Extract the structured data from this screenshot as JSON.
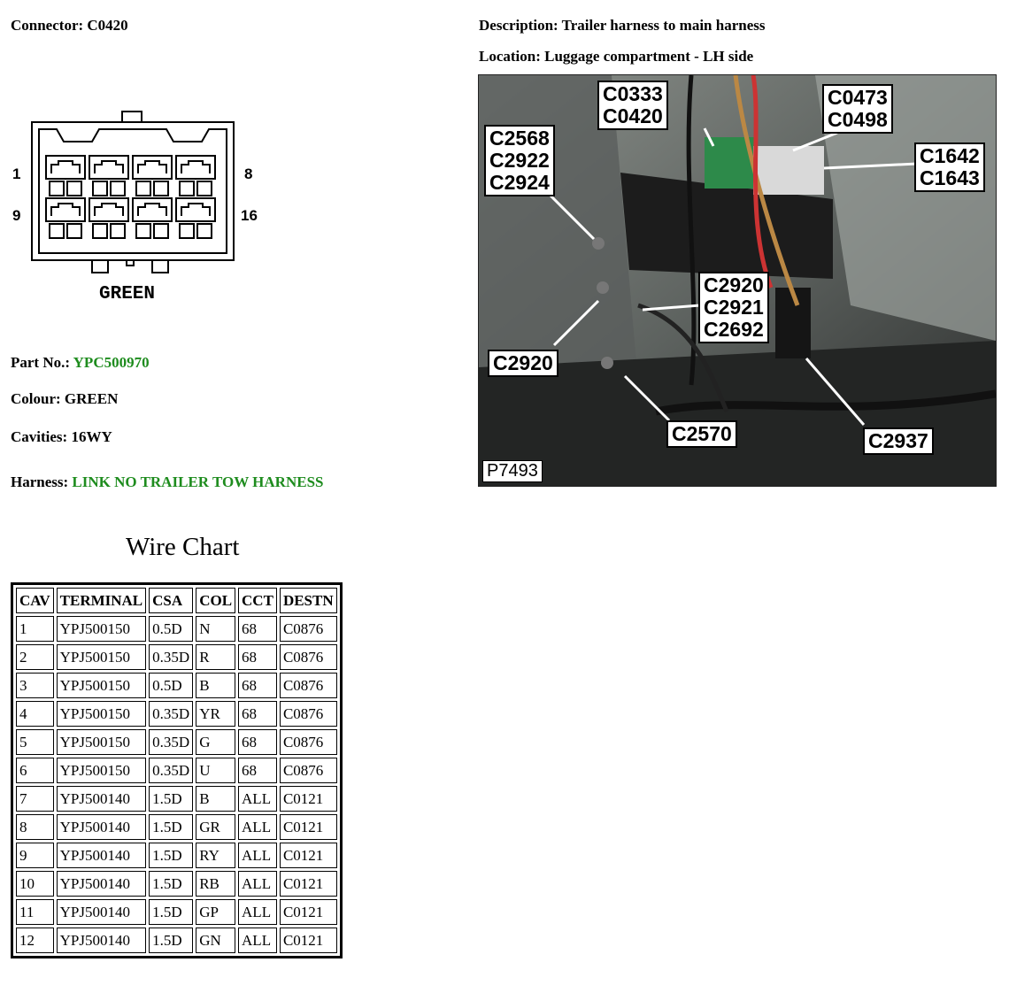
{
  "header": {
    "connector_label": "Connector:",
    "connector_value": "C0420",
    "description_label": "Description:",
    "description_value": "Trailer harness to main harness",
    "location_label": "Location:",
    "location_value": "Luggage compartment - LH side"
  },
  "diagram": {
    "pin_left_top": "1",
    "pin_right_top": "8",
    "pin_left_bottom": "9",
    "pin_right_bottom": "16",
    "colour_caption": "GREEN"
  },
  "details": {
    "part_label": "Part No.:",
    "part_value": "YPC500970",
    "colour_label": "Colour:",
    "colour_value": "GREEN",
    "cavities_label": "Cavities:",
    "cavities_value": "16WY",
    "harness_label": "Harness:",
    "harness_value": "LINK NO TRAILER TOW HARNESS"
  },
  "photo": {
    "callouts": {
      "c0333": "C0333\nC0420",
      "c0473": "C0473\nC0498",
      "c2568": "C2568\nC2922\nC2924",
      "c1642": "C1642\nC1643",
      "c2920_group": "C2920\nC2921\nC2692",
      "c2920": "C2920",
      "c2570": "C2570",
      "c2937": "C2937"
    },
    "ref": "P7493"
  },
  "wire_chart": {
    "title": "Wire Chart",
    "headers": [
      "CAV",
      "TERMINAL",
      "CSA",
      "COL",
      "CCT",
      "DESTN"
    ],
    "rows": [
      [
        "1",
        "YPJ500150",
        "0.5D",
        "N",
        "68",
        "C0876"
      ],
      [
        "2",
        "YPJ500150",
        "0.35D",
        "R",
        "68",
        "C0876"
      ],
      [
        "3",
        "YPJ500150",
        "0.5D",
        "B",
        "68",
        "C0876"
      ],
      [
        "4",
        "YPJ500150",
        "0.35D",
        "YR",
        "68",
        "C0876"
      ],
      [
        "5",
        "YPJ500150",
        "0.35D",
        "G",
        "68",
        "C0876"
      ],
      [
        "6",
        "YPJ500150",
        "0.35D",
        "U",
        "68",
        "C0876"
      ],
      [
        "7",
        "YPJ500140",
        "1.5D",
        "B",
        "ALL",
        "C0121"
      ],
      [
        "8",
        "YPJ500140",
        "1.5D",
        "GR",
        "ALL",
        "C0121"
      ],
      [
        "9",
        "YPJ500140",
        "1.5D",
        "RY",
        "ALL",
        "C0121"
      ],
      [
        "10",
        "YPJ500140",
        "1.5D",
        "RB",
        "ALL",
        "C0121"
      ],
      [
        "11",
        "YPJ500140",
        "1.5D",
        "GP",
        "ALL",
        "C0121"
      ],
      [
        "12",
        "YPJ500140",
        "1.5D",
        "GN",
        "ALL",
        "C0121"
      ]
    ]
  },
  "colors": {
    "accent_green": "#1e8c1e"
  }
}
